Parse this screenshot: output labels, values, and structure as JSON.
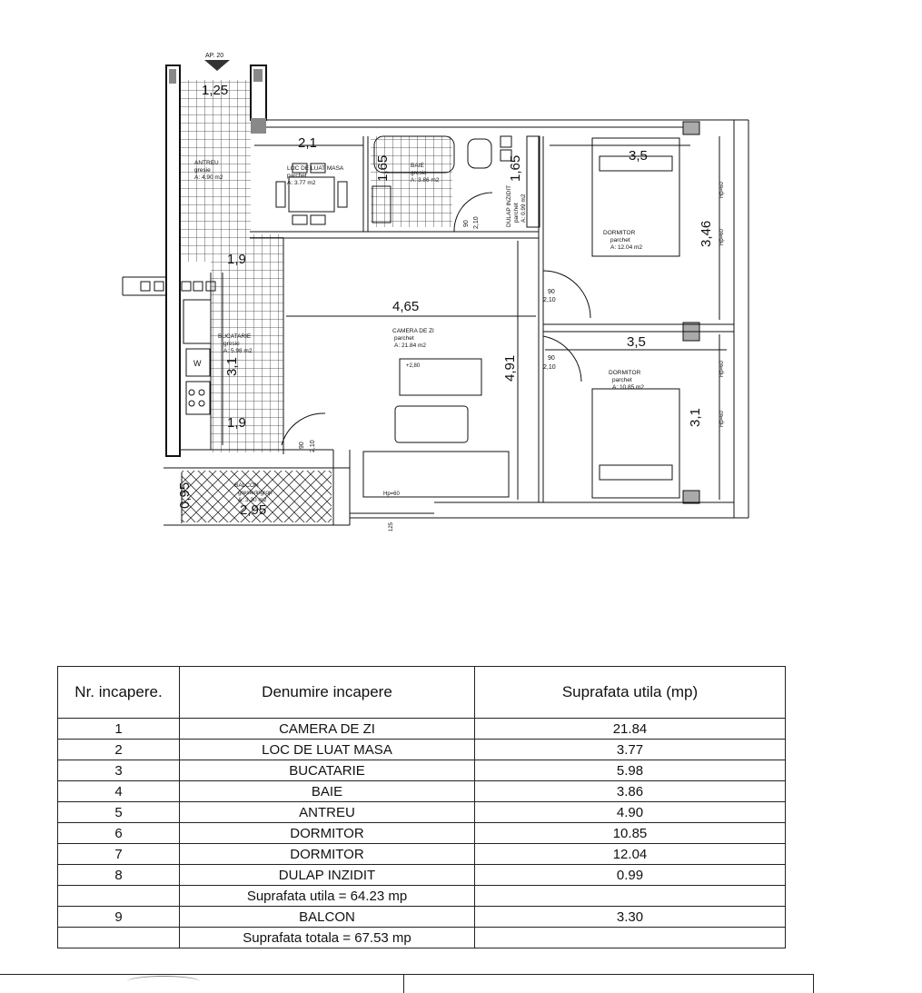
{
  "plan": {
    "apartment_tag": "AP. 20",
    "rooms": {
      "antreu": {
        "name": "ANTREU",
        "finish": "gresie",
        "area": "A: 4.90 m2"
      },
      "loc_masa": {
        "name": "LOC DE LUAT MASA",
        "finish": "parchet",
        "area": "A: 3.77 m2"
      },
      "baie": {
        "name": "BAIE",
        "finish": "gresie",
        "area": "A: 3.86 m2"
      },
      "dulap": {
        "name": "DULAP INZIDIT",
        "finish": "parchet",
        "area": "A: 0.99 m2"
      },
      "dormitor_top": {
        "name": "DORMITOR",
        "finish": "parchet",
        "area": "A: 12.04 m2"
      },
      "camera_zi": {
        "name": "CAMERA DE ZI",
        "finish": "parchet",
        "area": "A: 21.84 m2"
      },
      "bucatarie": {
        "name": "BUCATARIE",
        "finish": "gresie",
        "area": "A: 5.98 m2"
      },
      "dormitor_bottom": {
        "name": "DORMITOR",
        "finish": "parchet",
        "area": "A: 10.85 m2"
      },
      "balcon": {
        "name": "BALCON",
        "finish": "gresie/ingrop",
        "area": "A: 3.30 m2"
      }
    },
    "dimensions": {
      "d125": "1,25",
      "d21": "2,1",
      "d165a": "1,65",
      "d165b": "1,65",
      "d35a": "3,5",
      "d346": "3,46",
      "d19a": "1,9",
      "d465": "4,65",
      "d31a": "3,1",
      "d19b": "1,9",
      "d491": "4,91",
      "d35b": "3,5",
      "d31b": "3,1",
      "d095": "0,95",
      "d295": "2,95"
    },
    "door_labels": {
      "door1_w": "90",
      "door1_h": "2,10",
      "door2_w": "90",
      "door2_h": "2,10",
      "door3_w": "90",
      "door3_h": "2,10",
      "door4_w": "90",
      "door4_h": "2,10"
    },
    "hp_labels": {
      "hp1": "Hp=60",
      "hp2": "Hp=60",
      "hp3": "Hp=60",
      "hp4": "Hp=60",
      "hp5": "Hp=60"
    },
    "misc": {
      "w_mark": "W",
      "plus280": "+2,80",
      "d125b": "125"
    }
  },
  "table": {
    "headers": {
      "nr": "Nr. incapere.",
      "name": "Denumire incapere",
      "area": "Suprafata utila (mp)"
    },
    "rows": [
      {
        "nr": "1",
        "name": "CAMERA DE ZI",
        "area": "21.84"
      },
      {
        "nr": "2",
        "name": "LOC DE LUAT MASA",
        "area": "3.77"
      },
      {
        "nr": "3",
        "name": "BUCATARIE",
        "area": "5.98"
      },
      {
        "nr": "4",
        "name": "BAIE",
        "area": "3.86"
      },
      {
        "nr": "5",
        "name": "ANTREU",
        "area": "4.90"
      },
      {
        "nr": "6",
        "name": "DORMITOR",
        "area": "10.85"
      },
      {
        "nr": "7",
        "name": "DORMITOR",
        "area": "12.04"
      },
      {
        "nr": "8",
        "name": "DULAP INZIDIT",
        "area": "0.99"
      }
    ],
    "subtotal": "Suprafata utila = 64.23 mp",
    "balcony_row": {
      "nr": "9",
      "name": "BALCON",
      "area": "3.30"
    },
    "total": "Suprafata totala = 67.53 mp"
  }
}
